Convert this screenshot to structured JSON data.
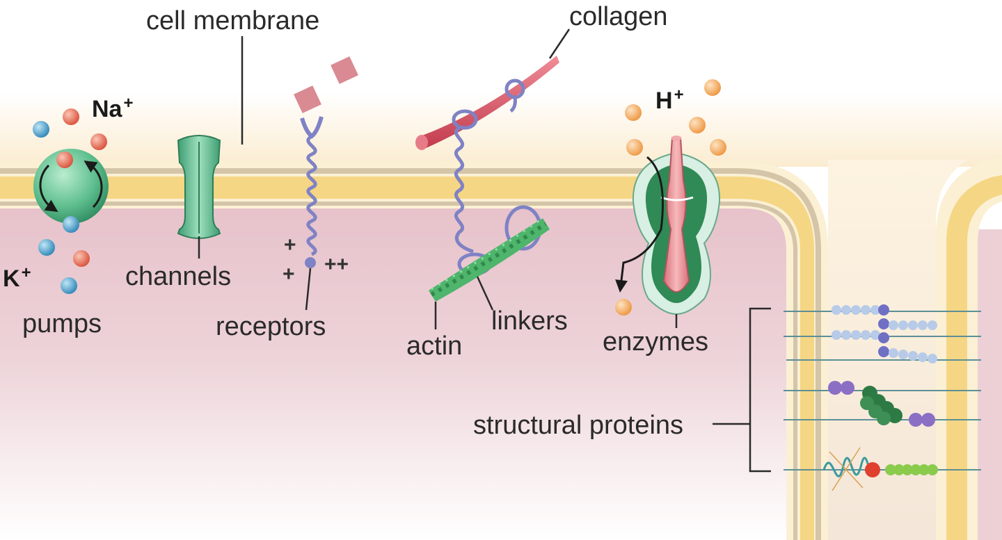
{
  "labels": {
    "cell_membrane": "cell membrane",
    "collagen": "collagen",
    "channels": "channels",
    "pumps": "pumps",
    "receptors": "receptors",
    "actin": "actin",
    "linkers": "linkers",
    "enzymes": "enzymes",
    "structural_proteins": "structural proteins"
  },
  "ions": {
    "sodium": "Na",
    "potassium": "K",
    "hydrogen": "H",
    "charge": "+"
  },
  "charges": {
    "plus": "+",
    "double_plus": "++"
  },
  "colors": {
    "membrane_yellow": "#f5d684",
    "membrane_cream": "#fbf0d4",
    "cytoplasm_pink": "#e9c9d0",
    "protein_green": "#6cc49a",
    "receptor_purple": "#7f82c4",
    "collagen_red": "#d95a6a",
    "sodium_red": "#e36a55",
    "potassium_blue": "#4aa3cc",
    "hydrogen_orange": "#f2a55a",
    "actin_green": "#3da35c"
  }
}
